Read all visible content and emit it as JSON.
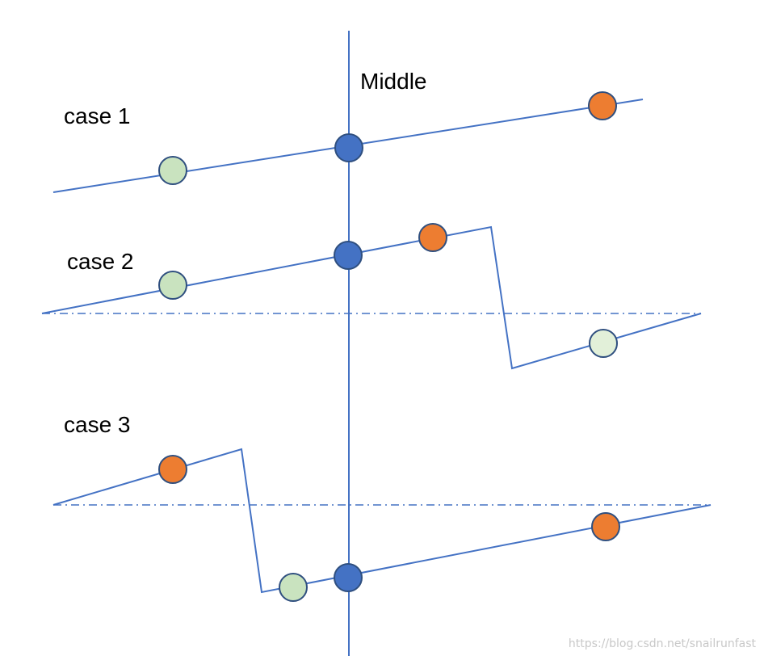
{
  "labels": {
    "middle": "Middle",
    "case1": "case 1",
    "case2": "case 2",
    "case3": "case 3"
  },
  "watermark": "https://blog.csdn.net/snailrunfast",
  "colors": {
    "line": "#4472c4",
    "middle_node": "#4472c4",
    "orange_node": "#ed7d31",
    "green_node": "#c9e3bf",
    "light_green_node": "#e2f0d9",
    "node_stroke": "#2f4f7f",
    "dashdot": "#4472c4"
  }
}
